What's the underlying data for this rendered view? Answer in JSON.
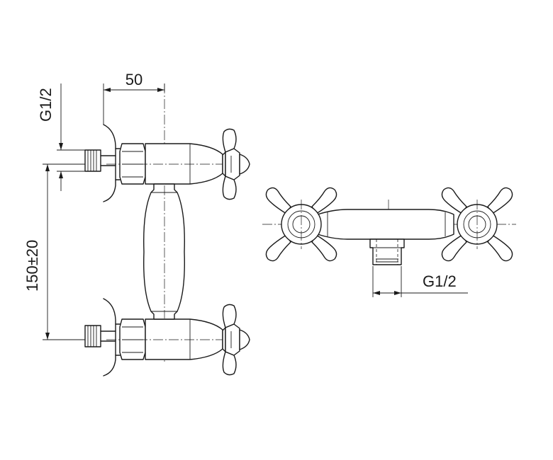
{
  "dimensions": {
    "width_label": "50",
    "inlet_thread_label": "G1/2",
    "spacing_label": "150±20",
    "outlet_thread_label": "G1/2"
  }
}
